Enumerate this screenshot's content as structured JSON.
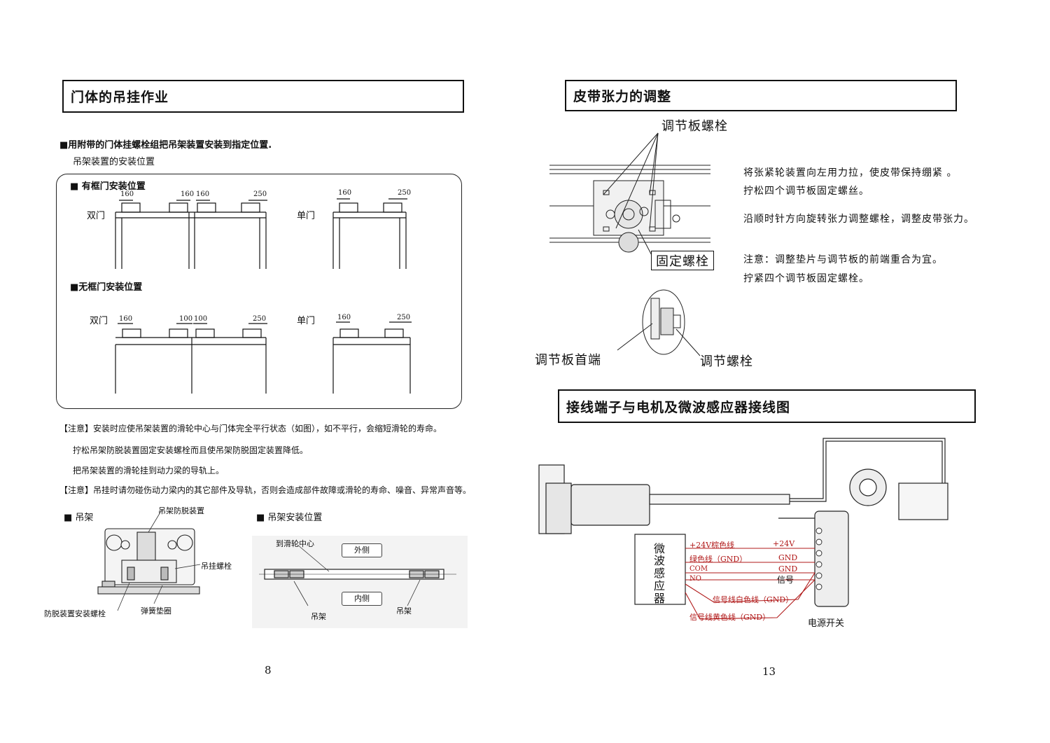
{
  "left_page": {
    "header": "门体的吊挂作业",
    "intro_line1": "■用附带的门体挂螺栓组把吊架装置安装到指定位置.",
    "intro_line2": "吊架装置的安装位置",
    "framed_title": "■  有框门安装位置",
    "frameless_title": "■无框门安装位置",
    "double_door": "双门",
    "single_door": "单门",
    "double_door_2": "双门",
    "single_door_2": "单门",
    "dims": {
      "d160": "160",
      "d250": "250",
      "d100": "100"
    },
    "notes": [
      "【注意】安装时应使吊架装置的滑轮中心与门体完全平行状态（如图），如不平行，会缩短滑轮的寿命。",
      "拧松吊架防脱装置固定安装螺栓而且使吊架防脱固定装置降低。",
      "把吊架装置的滑轮挂到动力梁的导轨上。",
      "【注意】吊挂时请勿碰伤动力梁内的其它部件及导轨，否则会造成部件故障或滑轮的寿命、噪音、异常声音等。"
    ],
    "hanger_title": "■  吊架",
    "hanger_labels": {
      "anti_drop": "吊架防脱装置",
      "hanging_bolt": "吊挂螺栓",
      "anti_drop_bolt": "防脱装置安装螺栓",
      "spring_washer": "弹簧垫圈"
    },
    "position_title": "■  吊架安装位置",
    "position_labels": {
      "to_center": "到滑轮中心",
      "outside": "外侧",
      "inside": "内侧",
      "hanger_left": "吊架",
      "hanger_right": "吊架"
    },
    "page_number": "8"
  },
  "right_page": {
    "header_belt": "皮带张力的调整",
    "adjust_plate_bolt": "调节板螺栓",
    "fixed_bolt": "固定螺栓",
    "plate_head": "调节板首端",
    "adjust_bolt": "调节螺栓",
    "belt_text": [
      "将张紧轮装置向左用力拉，使皮带保持绷紧 。",
      "拧松四个调节板固定螺丝。",
      "沿顺时针方向旋转张力调整螺栓，调整皮带张力。",
      "注意：调整垫片与调节板的前端重合为宜。",
      "拧紧四个调节板固定螺栓。"
    ],
    "header_wiring": "接线端子与电机及微波感应器接线图",
    "sensor_label": [
      "微",
      "波",
      "感",
      "应",
      "器"
    ],
    "wire_labels": {
      "brown": "+24V棕色线",
      "green": "绿色线（GND）",
      "com": "COM",
      "no": "NO",
      "white": "信号线白色线（GND）",
      "yellow": "信号线黄色线（GND）",
      "v24": "+24V",
      "gnd1": "GND",
      "gnd2": "GND",
      "signal": "信号"
    },
    "power_switch": "电源开关",
    "page_number": "13"
  },
  "colors": {
    "wire_red": "#b01818",
    "ink": "#111111"
  }
}
